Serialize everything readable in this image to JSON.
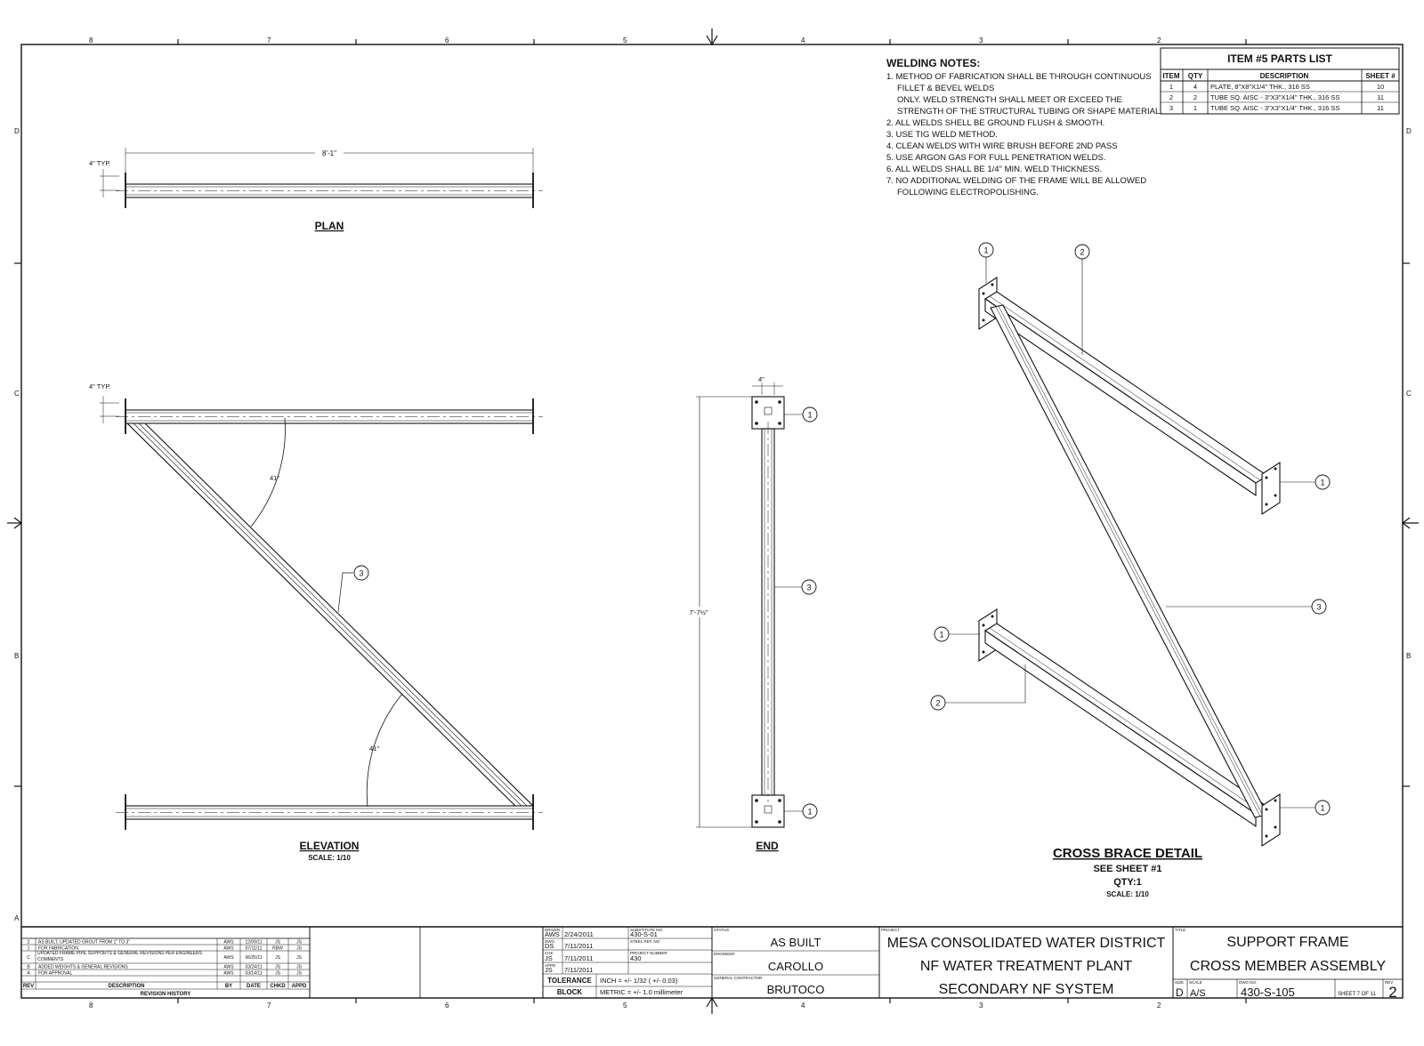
{
  "frame": {
    "top_numbers": [
      "8",
      "7",
      "6",
      "5",
      "4",
      "3",
      "2"
    ],
    "bottom_numbers": [
      "8",
      "7",
      "6",
      "5",
      "4",
      "3",
      "2"
    ],
    "side_letters": [
      "D",
      "C",
      "B",
      "A"
    ]
  },
  "welding_notes": {
    "heading": "WELDING NOTES:",
    "lines": [
      "1. METHOD OF FABRICATION SHALL BE THROUGH CONTINUOUS",
      "FILLET & BEVEL WELDS",
      "ONLY.  WELD STRENGTH SHALL MEET OR EXCEED THE",
      "STRENGTH OF THE STRUCTURAL TUBING OR SHAPE MATERIAL.",
      "2. ALL WELDS SHELL BE GROUND FLUSH & SMOOTH.",
      "3. USE TIG WELD METHOD.",
      "4. CLEAN WELDS WITH WIRE BRUSH BEFORE 2ND PASS",
      "5. USE ARGON GAS FOR FULL PENETRATION WELDS.",
      "6. ALL WELDS SHALL BE 1/4\" MIN. WELD THICKNESS.",
      "7. NO ADDITIONAL WELDING OF THE FRAME WILL BE ALLOWED",
      "FOLLOWING ELECTROPOLISHING."
    ]
  },
  "parts_list": {
    "title": "ITEM #5 PARTS LIST",
    "headers": [
      "ITEM",
      "QTY",
      "DESCRIPTION",
      "SHEET #"
    ],
    "rows": [
      [
        "1",
        "4",
        "PLATE, 8\"X8\"X1/4\" THK., 316 SS",
        "10"
      ],
      [
        "2",
        "2",
        "TUBE SQ. AISC - 3\"X3\"X1/4\" THK., 316 SS",
        "11"
      ],
      [
        "3",
        "1",
        "TUBE SQ. AISC - 3\"X3\"X1/4\" THK., 316 SS",
        "11"
      ]
    ]
  },
  "plan": {
    "title": "PLAN",
    "dim_length": "8'-1\"",
    "dim_typ": "4\" TYP."
  },
  "elevation": {
    "title": "ELEVATION",
    "scale": "SCALE: 1/10",
    "dim_typ": "4\" TYP.",
    "angle_top": "41°",
    "angle_bottom": "41°",
    "callout": "3"
  },
  "end_view": {
    "title": "END",
    "dim_width": "4\"",
    "dim_height": "7'-7½\"",
    "callouts": [
      "1",
      "3",
      "1"
    ]
  },
  "cross_brace": {
    "title": "CROSS BRACE DETAIL",
    "see": "SEE SHEET #1",
    "qty": "QTY:1",
    "scale": "SCALE: 1/10",
    "callouts": [
      "1",
      "2",
      "1",
      "3",
      "1",
      "2",
      "1"
    ]
  },
  "revision_history": {
    "title": "REVISION HISTORY",
    "headers": [
      "REV",
      "DESCRIPTION",
      "BY",
      "DATE",
      "CHKD",
      "APPD"
    ],
    "rows": [
      [
        "2",
        "AS BUILT, UPDATED GROUT FROM 1\" TO 3\"",
        "AWS",
        "12/09/11",
        "JS",
        "JS"
      ],
      [
        "1",
        "FOR FABRICATION",
        "AWS",
        "07/11/11",
        "RBW",
        "JS"
      ],
      [
        "C",
        "UPDATED FRAME PIPE SUPPORTS & GENERAL REVISIONS PER ENGINEERS COMMENTS",
        "AWS",
        "06/25/11",
        "JS",
        "JS"
      ],
      [
        "B",
        "ADDED WEIGHTS & GENERAL REVISIONS",
        "AWS",
        "03/24/11",
        "JS",
        "JS"
      ],
      [
        "A",
        "FOR APPROVAL",
        "AWS",
        "03/14/11",
        "JS",
        "JS"
      ]
    ]
  },
  "drawn_block": {
    "labels": [
      "DRAWN",
      "DATE",
      "DWG",
      "DATE",
      "CHK",
      "DATE",
      "APPD",
      "DATE"
    ],
    "vals": [
      "AWS",
      "2/24/2011",
      "DS",
      "7/11/2011",
      "JS",
      "7/11/2011",
      "JS",
      "7/11/2011"
    ],
    "ref_labels": [
      "SUBSTITUTE NO.",
      "STEEL REF. NO.",
      "PROJECT NUMBER"
    ],
    "ref_vals": [
      "430-S-01",
      "",
      "430"
    ]
  },
  "tolerance": {
    "label1": "TOLERANCE",
    "label2": "BLOCK",
    "inch": "INCH = +/- 1/32 ( +/- 0.03)",
    "metric": "METRIC = +/- 1.0 millimeter"
  },
  "status_block": {
    "status_label": "STATUS",
    "status": "AS BUILT",
    "engineer_label": "ENGINEER",
    "engineer": "CAROLLO",
    "contractor_label": "GENERAL CONTRACTOR",
    "contractor": "BRUTOCO"
  },
  "project_block": {
    "label": "PROJECT",
    "line1": "MESA CONSOLIDATED WATER DISTRICT",
    "line2": "NF WATER TREATMENT PLANT",
    "line3": "SECONDARY NF SYSTEM"
  },
  "title_block": {
    "label": "TITLE",
    "line1": "SUPPORT FRAME",
    "line2": "CROSS MEMBER ASSEMBLY",
    "size_label": "SIZE",
    "size": "D",
    "scale_label": "SCALE",
    "scale": "A/S",
    "dwg_label": "DWG NO.",
    "dwg_no": "430-S-105",
    "sheet": "SHEET 7 OF 11",
    "rev_label": "REV",
    "rev": "2"
  }
}
